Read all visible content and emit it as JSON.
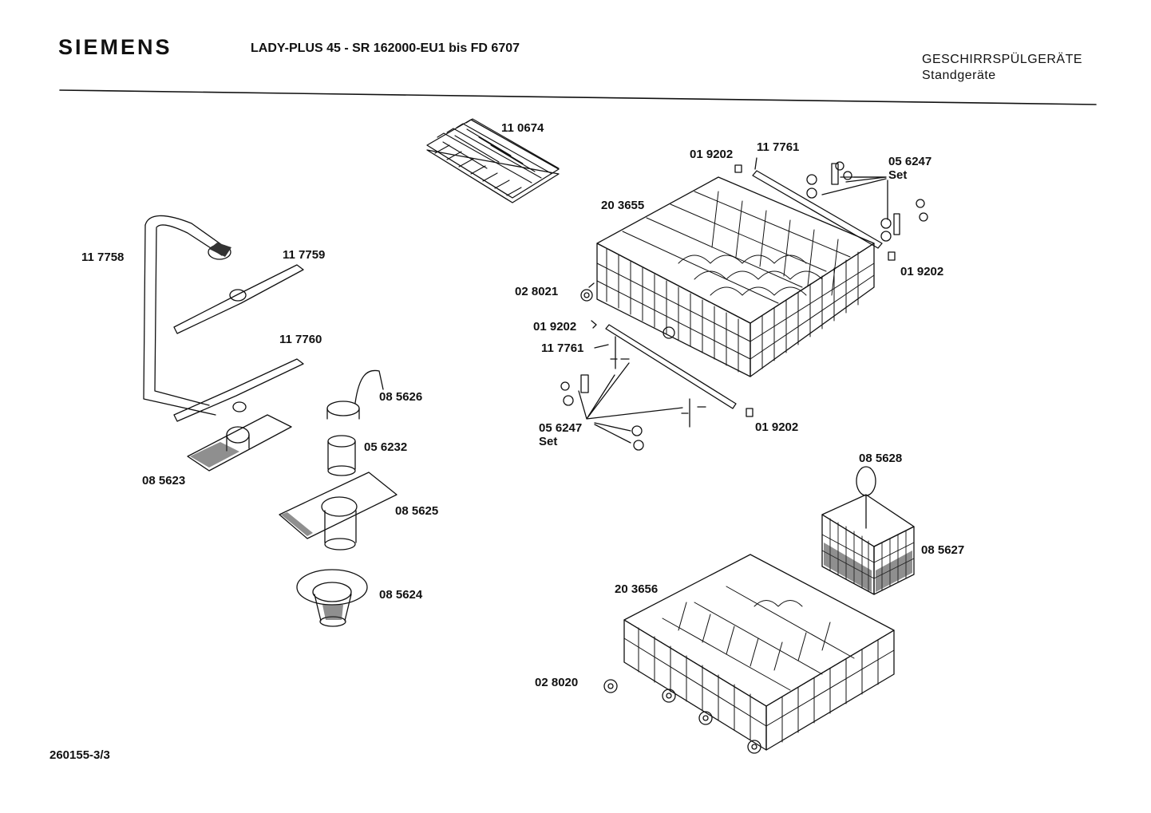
{
  "header": {
    "brand": "SIEMENS",
    "model": "LADY-PLUS 45 - SR 162000-EU1   bis FD 6707",
    "category": "GESCHIRRSPÜLGERÄTE",
    "subcategory": "Standgeräte"
  },
  "footer": {
    "reference": "260155-3/3"
  },
  "parts": {
    "cutlery_rack_insert": "11 0674",
    "rail_clip_top": "01 9202",
    "rail_top": "11 7761",
    "roller_set_top": "05 6247",
    "roller_set_top_label": "Set",
    "upper_basket": "20 3655",
    "rail_clip_right": "01 9202",
    "basket_roller_upper": "02 8021",
    "rail_clip_left": "01 9202",
    "rail_bottom": "11 7761",
    "roller_set_bottom": "05 6247",
    "roller_set_bottom_label": "Set",
    "rail_clip_bottom_right": "01 9202",
    "supply_pipe": "11 7758",
    "upper_spray_arm": "11 7759",
    "lower_spray_arm": "11 7760",
    "filter_holder": "08 5626",
    "filter_insert": "05 6232",
    "spray_arm_base": "08 5623",
    "flat_filter": "08 5625",
    "microfilter": "08 5624",
    "cutlery_basket_handle": "08 5628",
    "cutlery_basket": "08 5627",
    "lower_basket": "20 3656",
    "basket_roller_lower": "02 8020"
  }
}
